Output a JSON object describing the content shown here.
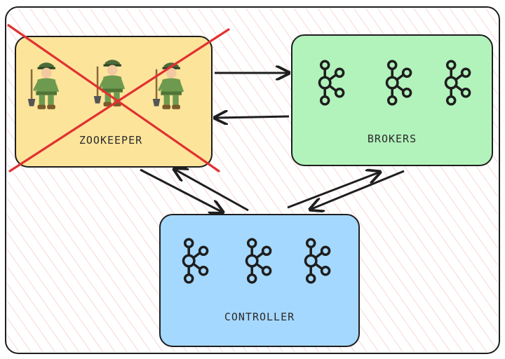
{
  "boxes": {
    "zookeeper": {
      "label": "ZOOKEEPER",
      "fill": "#fce49a",
      "crossed_out": true
    },
    "brokers": {
      "label": "BROKERS",
      "fill": "#b2f2bb"
    },
    "controller": {
      "label": "CONTROLLER",
      "fill": "#a5d8ff"
    }
  },
  "colors": {
    "stroke": "#1e1e1e",
    "cross": "#e03131",
    "hatch": "#f4c6c6"
  },
  "icons": {
    "zookeeper": [
      "zookeeper-figure-icon",
      "zookeeper-figure-icon",
      "zookeeper-figure-icon"
    ],
    "brokers": [
      "kafka-logo-icon",
      "kafka-logo-icon",
      "kafka-logo-icon"
    ],
    "controller": [
      "kafka-logo-icon",
      "kafka-logo-icon",
      "kafka-logo-icon"
    ]
  },
  "connections": [
    {
      "from": "zookeeper",
      "to": "brokers"
    },
    {
      "from": "brokers",
      "to": "zookeeper"
    },
    {
      "from": "zookeeper",
      "to": "controller"
    },
    {
      "from": "controller",
      "to": "zookeeper"
    },
    {
      "from": "controller",
      "to": "brokers"
    },
    {
      "from": "brokers",
      "to": "controller"
    }
  ]
}
